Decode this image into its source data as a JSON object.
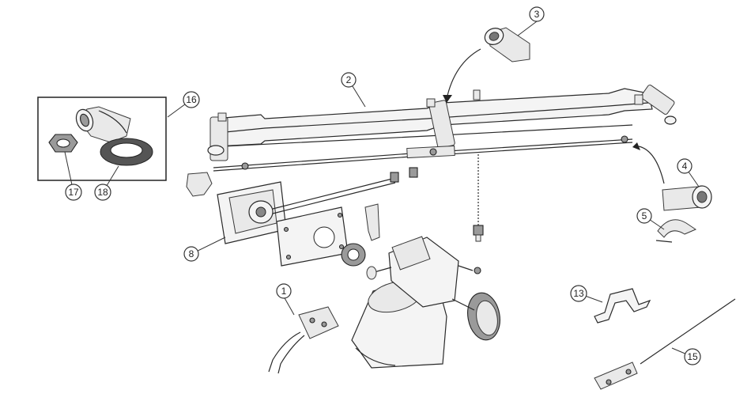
{
  "diagram": {
    "callouts": [
      {
        "id": "c1",
        "label": "1"
      },
      {
        "id": "c2",
        "label": "2"
      },
      {
        "id": "c3",
        "label": "3"
      },
      {
        "id": "c4",
        "label": "4"
      },
      {
        "id": "c5",
        "label": "5"
      },
      {
        "id": "c8",
        "label": "8"
      },
      {
        "id": "c13",
        "label": "13"
      },
      {
        "id": "c15",
        "label": "15"
      },
      {
        "id": "c16",
        "label": "16"
      },
      {
        "id": "c17",
        "label": "17"
      },
      {
        "id": "c18",
        "label": "18"
      }
    ]
  }
}
